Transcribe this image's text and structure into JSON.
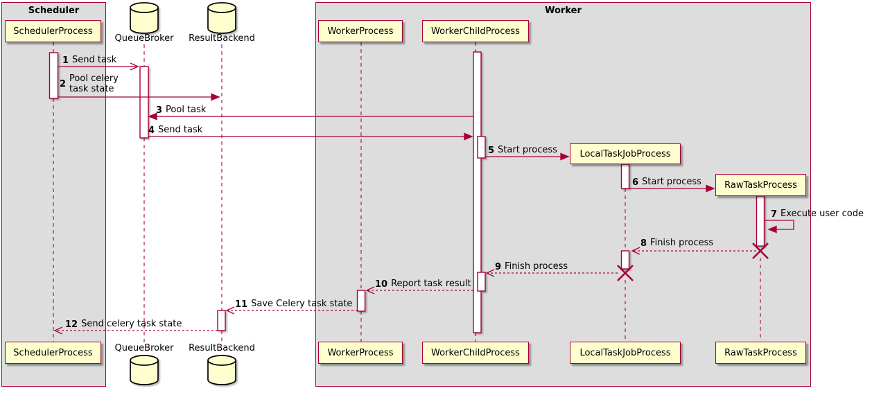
{
  "colors": {
    "accent": "#A80036",
    "participant_fill": "#FEFECE",
    "frame_fill": "#DDDDDD",
    "cylinder_stroke": "#000000",
    "text": "#000000"
  },
  "frames": {
    "scheduler": {
      "title": "Scheduler"
    },
    "worker": {
      "title": "Worker"
    }
  },
  "participants": {
    "scheduler_process": {
      "label": "SchedulerProcess"
    },
    "queue_broker": {
      "label": "QueueBroker",
      "icon": "database-icon"
    },
    "result_backend": {
      "label": "ResultBackend",
      "icon": "database-icon"
    },
    "worker_process": {
      "label": "WorkerProcess"
    },
    "worker_child_process": {
      "label": "WorkerChildProcess"
    },
    "local_task_job_process": {
      "label": "LocalTaskJobProcess"
    },
    "raw_task_process": {
      "label": "RawTaskProcess"
    }
  },
  "messages": [
    {
      "num": "1",
      "text": "Send task"
    },
    {
      "num": "2",
      "text": "Pool celery\ntask state"
    },
    {
      "num": "3",
      "text": "Pool task"
    },
    {
      "num": "4",
      "text": "Send task"
    },
    {
      "num": "5",
      "text": "Start process"
    },
    {
      "num": "6",
      "text": "Start process"
    },
    {
      "num": "7",
      "text": "Execute user code"
    },
    {
      "num": "8",
      "text": "Finish process"
    },
    {
      "num": "9",
      "text": "Finish process"
    },
    {
      "num": "10",
      "text": "Report task result"
    },
    {
      "num": "11",
      "text": "Save Celery task state"
    },
    {
      "num": "12",
      "text": "Send celery task state"
    }
  ]
}
